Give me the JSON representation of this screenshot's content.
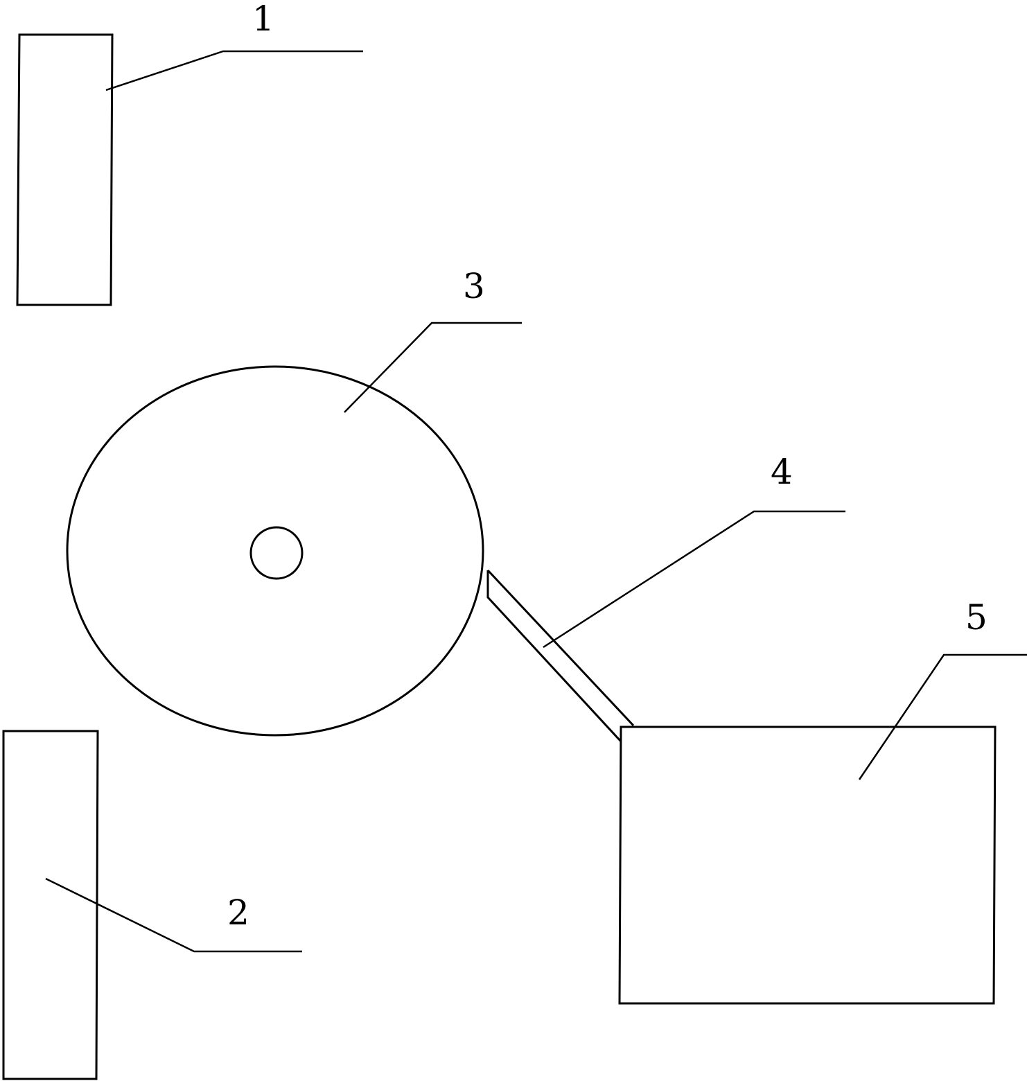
{
  "figure": {
    "callouts": {
      "part_1": "1",
      "part_2": "2",
      "part_3": "3",
      "part_4": "4",
      "part_5": "5"
    }
  }
}
